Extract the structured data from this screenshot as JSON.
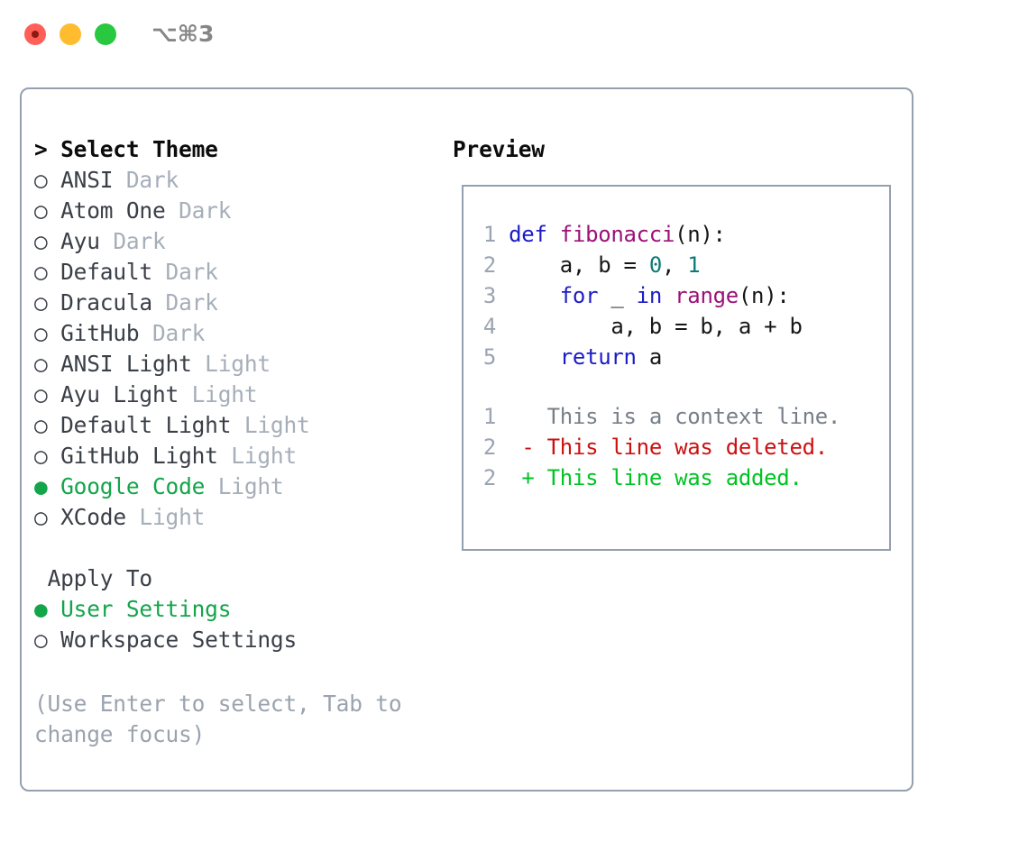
{
  "window": {
    "shortcut_label": "⌥⌘3",
    "traffic_lights": [
      "close",
      "minimize",
      "zoom"
    ]
  },
  "theme_panel": {
    "heading": "> Select Theme",
    "focused": true,
    "bullet_selected": "●",
    "bullet_unselected": "○",
    "items": [
      {
        "name": "ANSI",
        "kind": "Dark",
        "selected": false
      },
      {
        "name": "Atom One",
        "kind": "Dark",
        "selected": false
      },
      {
        "name": "Ayu",
        "kind": "Dark",
        "selected": false
      },
      {
        "name": "Default",
        "kind": "Dark",
        "selected": false
      },
      {
        "name": "Dracula",
        "kind": "Dark",
        "selected": false
      },
      {
        "name": "GitHub",
        "kind": "Dark",
        "selected": false
      },
      {
        "name": "ANSI Light",
        "kind": "Light",
        "selected": false
      },
      {
        "name": "Ayu Light",
        "kind": "Light",
        "selected": false
      },
      {
        "name": "Default Light",
        "kind": "Light",
        "selected": false
      },
      {
        "name": "GitHub Light",
        "kind": "Light",
        "selected": false
      },
      {
        "name": "Google Code",
        "kind": "Light",
        "selected": true
      },
      {
        "name": "XCode",
        "kind": "Light",
        "selected": false
      }
    ]
  },
  "apply_to": {
    "heading": "Apply To",
    "items": [
      {
        "name": "User Settings",
        "selected": true
      },
      {
        "name": "Workspace Settings",
        "selected": false
      }
    ]
  },
  "help": {
    "line1": "(Use Enter to select, Tab to",
    "line2": "change focus)"
  },
  "preview": {
    "heading": "Preview",
    "code_lines": [
      {
        "num": "1",
        "tokens": [
          {
            "t": "def ",
            "c": "kw"
          },
          {
            "t": "fibonacci",
            "c": "fn"
          },
          {
            "t": "(n):",
            "c": "txt"
          }
        ]
      },
      {
        "num": "2",
        "tokens": [
          {
            "t": "    a, b = ",
            "c": "txt"
          },
          {
            "t": "0",
            "c": "num"
          },
          {
            "t": ", ",
            "c": "txt"
          },
          {
            "t": "1",
            "c": "num"
          }
        ]
      },
      {
        "num": "3",
        "tokens": [
          {
            "t": "    ",
            "c": "txt"
          },
          {
            "t": "for",
            "c": "kw"
          },
          {
            "t": " _ ",
            "c": "txt"
          },
          {
            "t": "in",
            "c": "kw"
          },
          {
            "t": " ",
            "c": "txt"
          },
          {
            "t": "range",
            "c": "fn"
          },
          {
            "t": "(n):",
            "c": "txt"
          }
        ]
      },
      {
        "num": "4",
        "tokens": [
          {
            "t": "        a, b = b, a + b",
            "c": "txt"
          }
        ]
      },
      {
        "num": "5",
        "tokens": [
          {
            "t": "    ",
            "c": "txt"
          },
          {
            "t": "return",
            "c": "kw"
          },
          {
            "t": " a",
            "c": "txt"
          }
        ]
      }
    ],
    "diff_lines": [
      {
        "num": "1",
        "marker": "  ",
        "text": "This is a context line.",
        "c": "ctx"
      },
      {
        "num": "2",
        "marker": "- ",
        "text": "This line was deleted.",
        "c": "del"
      },
      {
        "num": "2",
        "marker": "+ ",
        "text": "This line was added.",
        "c": "add"
      }
    ]
  },
  "colors": {
    "frame_border": "#94a0b0",
    "selected_green": "#13a54a",
    "muted_grey": "#a6aeb9",
    "help_grey": "#9aa3ae",
    "keyword_blue": "#1c1cc8",
    "function_magenta": "#9b1277",
    "number_teal": "#0c7b76",
    "diff_deleted_red": "#cc1111",
    "diff_added_green": "#00c423",
    "line_number_grey": "#9aa4b2",
    "traffic_red": "#ff5f57",
    "traffic_yellow": "#febc2e",
    "traffic_green": "#28c840"
  }
}
